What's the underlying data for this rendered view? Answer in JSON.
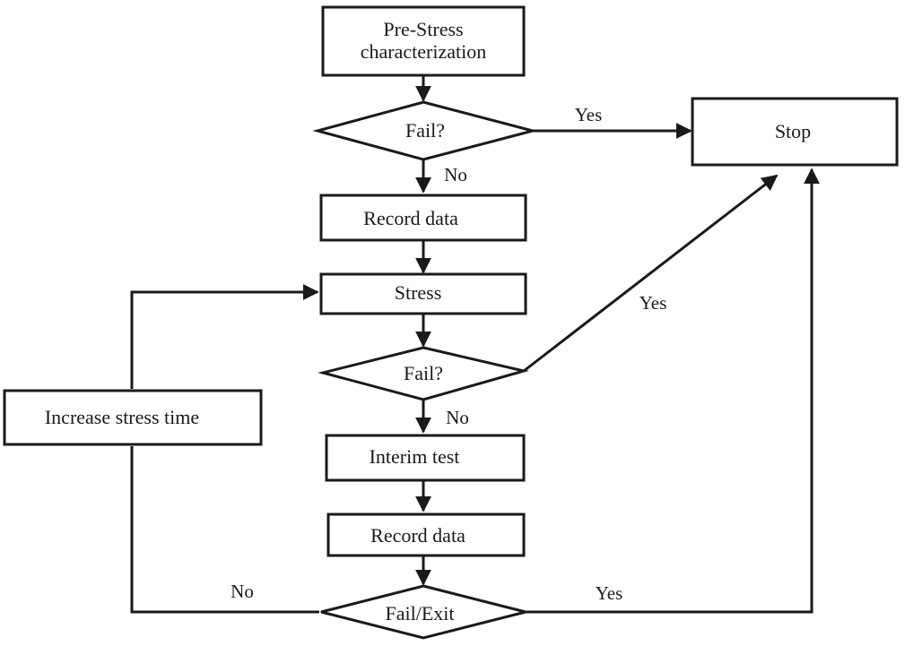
{
  "nodes": {
    "pre_stress": {
      "line1": "Pre-Stress",
      "line2": "characterization"
    },
    "fail_1": "Fail?",
    "stop": "Stop",
    "record_data_1": "Record data",
    "stress": "Stress",
    "fail_2": "Fail?",
    "increase_stress_time": "Increase stress time",
    "interim_test": "Interim test",
    "record_data_2": "Record data",
    "fail_exit": "Fail/Exit"
  },
  "edge_labels": {
    "fail_1_yes": "Yes",
    "fail_1_no": "No",
    "fail_2_yes": "Yes",
    "fail_2_no": "No",
    "fail_exit_no": "No",
    "fail_exit_yes": "Yes"
  }
}
